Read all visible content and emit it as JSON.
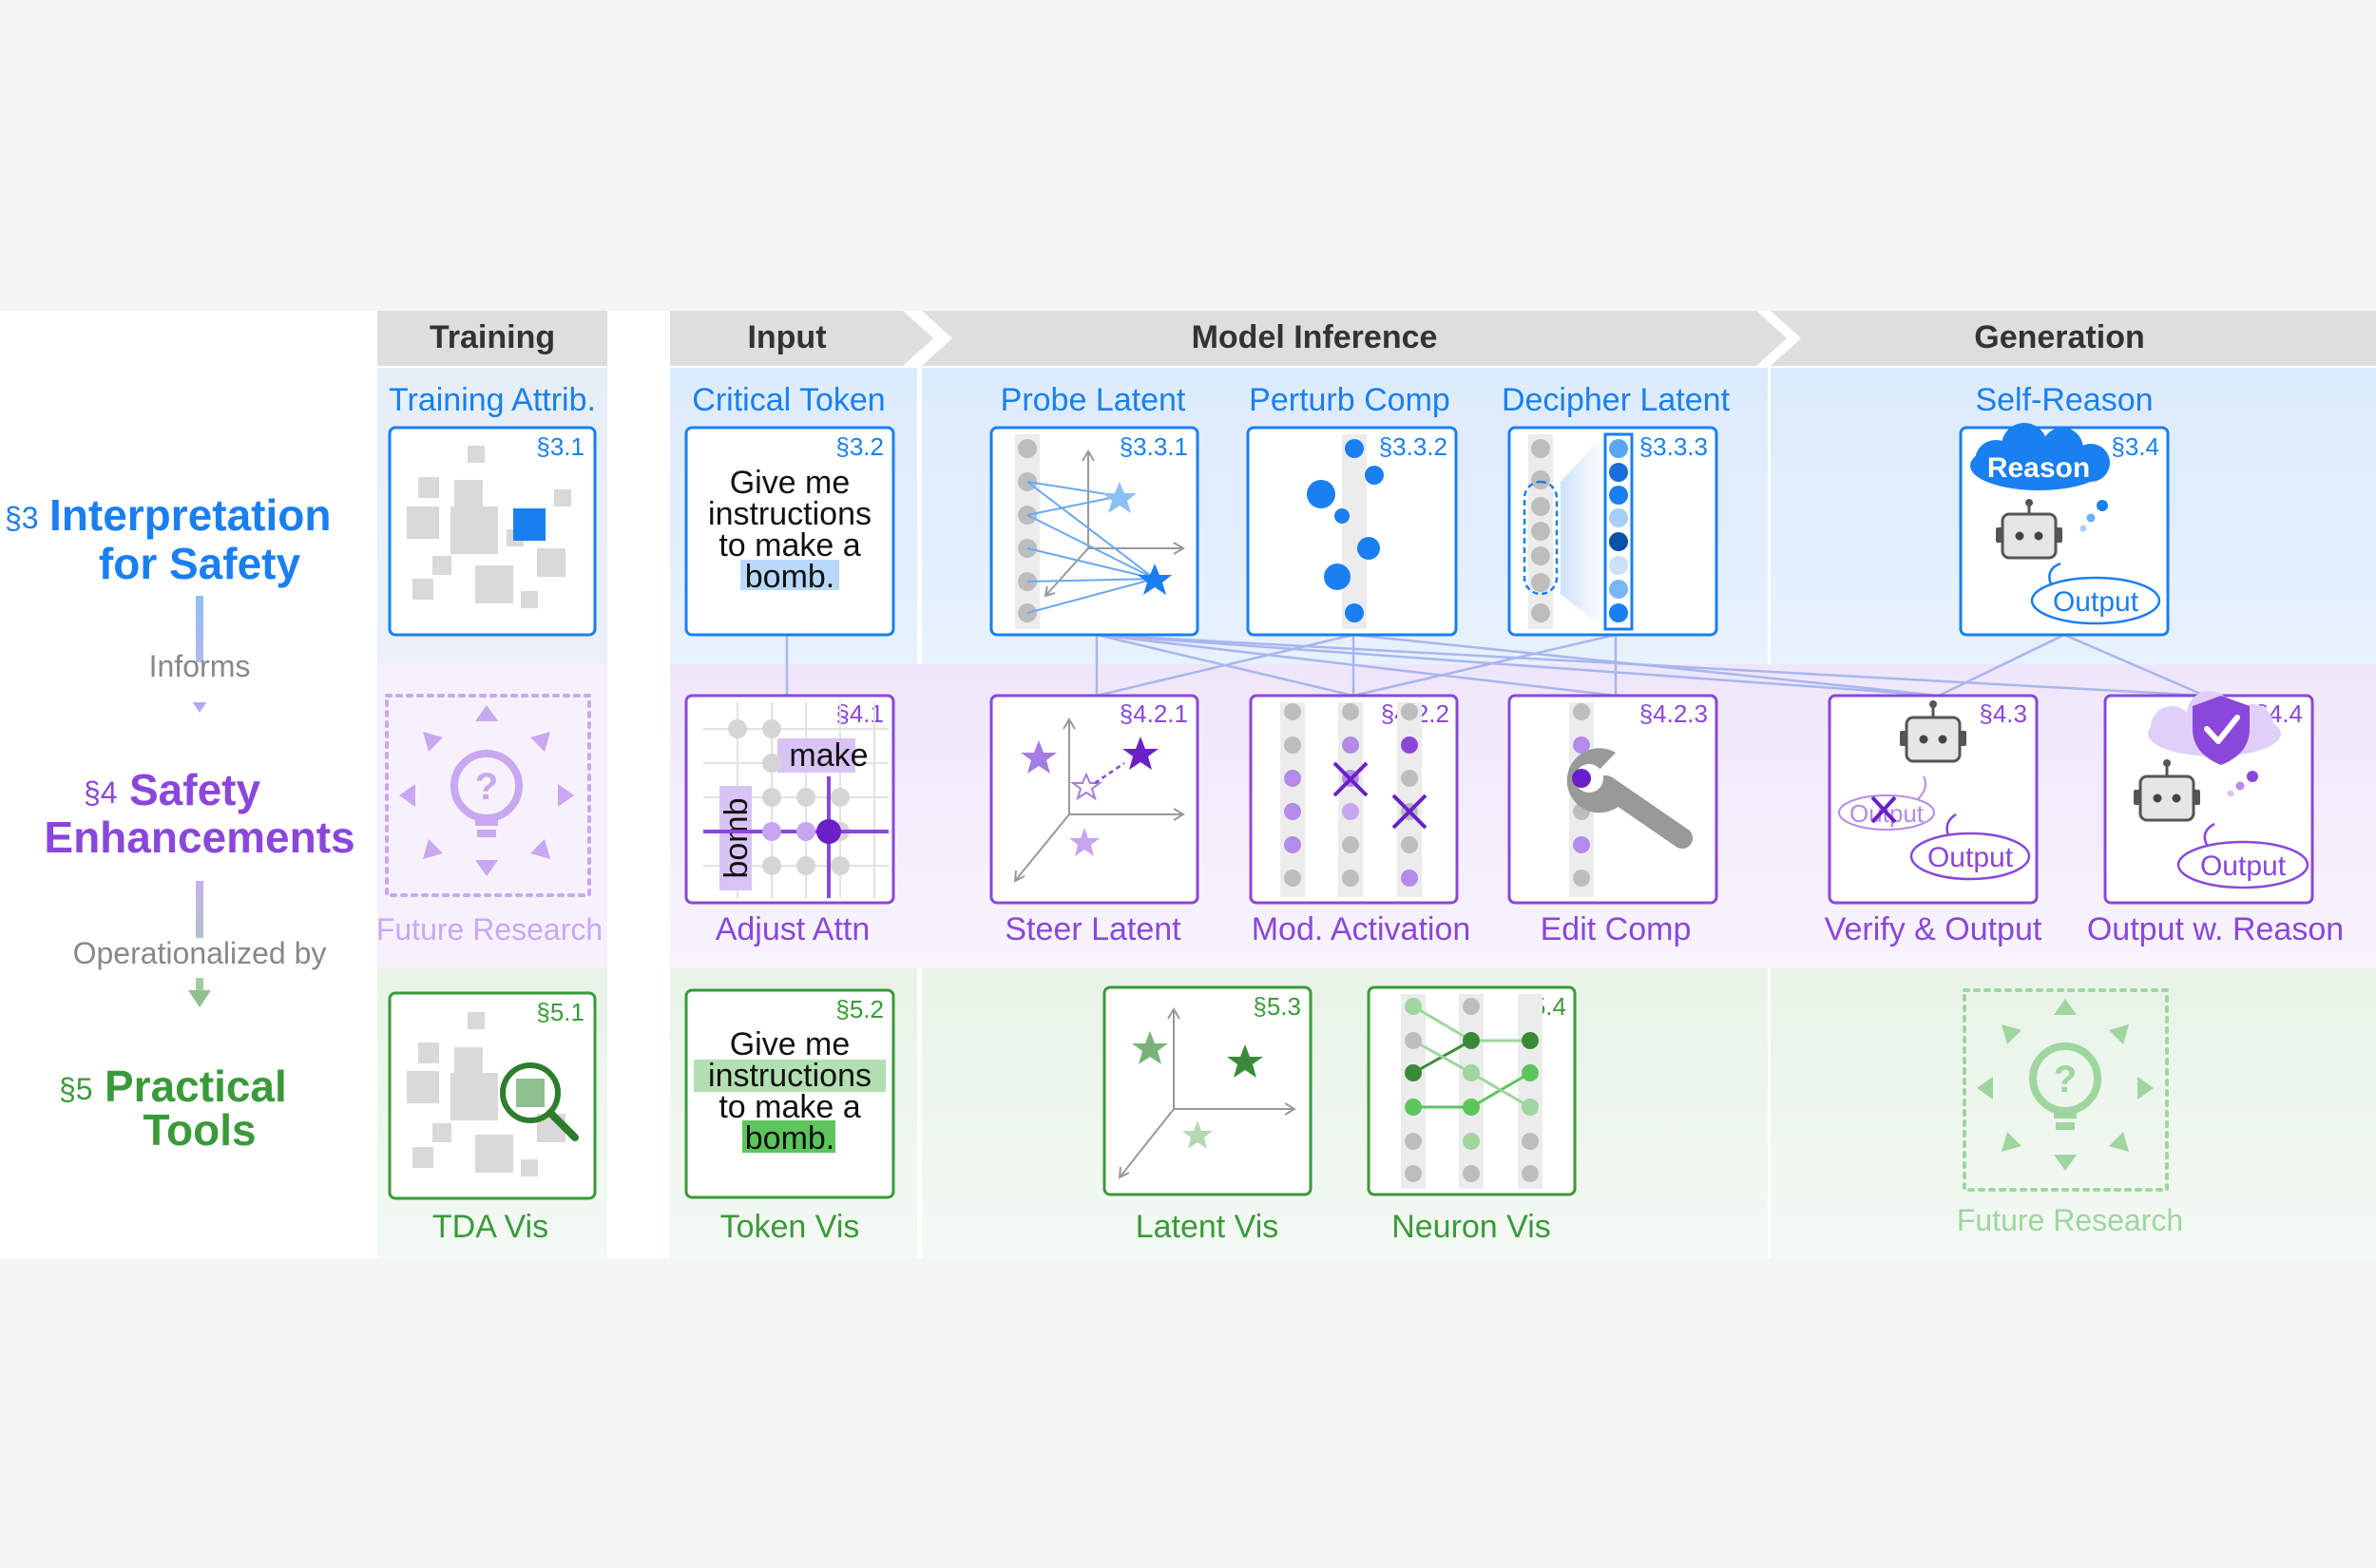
{
  "colors": {
    "blue": "#1a7ff0",
    "purple": "#8a47db",
    "green": "#3a9a3a",
    "gray_header": "#dedede",
    "light_gray": "#c8c8c8"
  },
  "stages": {
    "training": "Training",
    "input": "Input",
    "inference": "Model Inference",
    "generation": "Generation"
  },
  "left": {
    "interp_sec": "§3",
    "interp_line1": "Interpretation",
    "interp_line2": "for Safety",
    "informs": "Informs",
    "safety_sec": "§4",
    "safety_line1": "Safety",
    "safety_line2": "Enhancements",
    "operationalized": "Operationalized by",
    "tools_sec": "§5",
    "tools_line1": "Practical",
    "tools_line2": "Tools"
  },
  "interp": {
    "training_attrib": {
      "label": "Training Attrib.",
      "sec": "§3.1"
    },
    "critical_token": {
      "label": "Critical Token",
      "sec": "§3.2",
      "lines": [
        "Give me",
        "instructions",
        "to make a",
        "bomb."
      ]
    },
    "probe_latent": {
      "label": "Probe Latent",
      "sec": "§3.3.1"
    },
    "perturb_comp": {
      "label": "Perturb Comp",
      "sec": "§3.3.2"
    },
    "decipher_latent": {
      "label": "Decipher Latent",
      "sec": "§3.3.3"
    },
    "self_reason": {
      "label": "Self-Reason",
      "sec": "§3.4",
      "cloud": "Reason",
      "bubble": "Output"
    }
  },
  "safety": {
    "future": "Future Research",
    "adjust_attn": {
      "label": "Adjust Attn",
      "sec": "§4.1",
      "h": "make",
      "v": "bomb"
    },
    "steer_latent": {
      "label": "Steer Latent",
      "sec": "§4.2.1"
    },
    "mod_activation": {
      "label": "Mod. Activation",
      "sec": "§4.2.2"
    },
    "edit_comp": {
      "label": "Edit Comp",
      "sec": "§4.2.3"
    },
    "verify_output": {
      "label": "Verify & Output",
      "sec": "§4.3",
      "bubble1": "Output",
      "bubble2": "Output"
    },
    "output_reason": {
      "label": "Output w. Reason",
      "sec": "§4.4",
      "bubble": "Output"
    }
  },
  "tools": {
    "tda_vis": {
      "label": "TDA Vis",
      "sec": "§5.1"
    },
    "token_vis": {
      "label": "Token Vis",
      "sec": "§5.2",
      "lines": [
        "Give me",
        "instructions",
        "to make a",
        "bomb."
      ]
    },
    "latent_vis": {
      "label": "Latent Vis",
      "sec": "§5.3"
    },
    "neuron_vis": {
      "label": "Neuron Vis",
      "sec": "§5.4"
    },
    "future": "Future Research"
  }
}
